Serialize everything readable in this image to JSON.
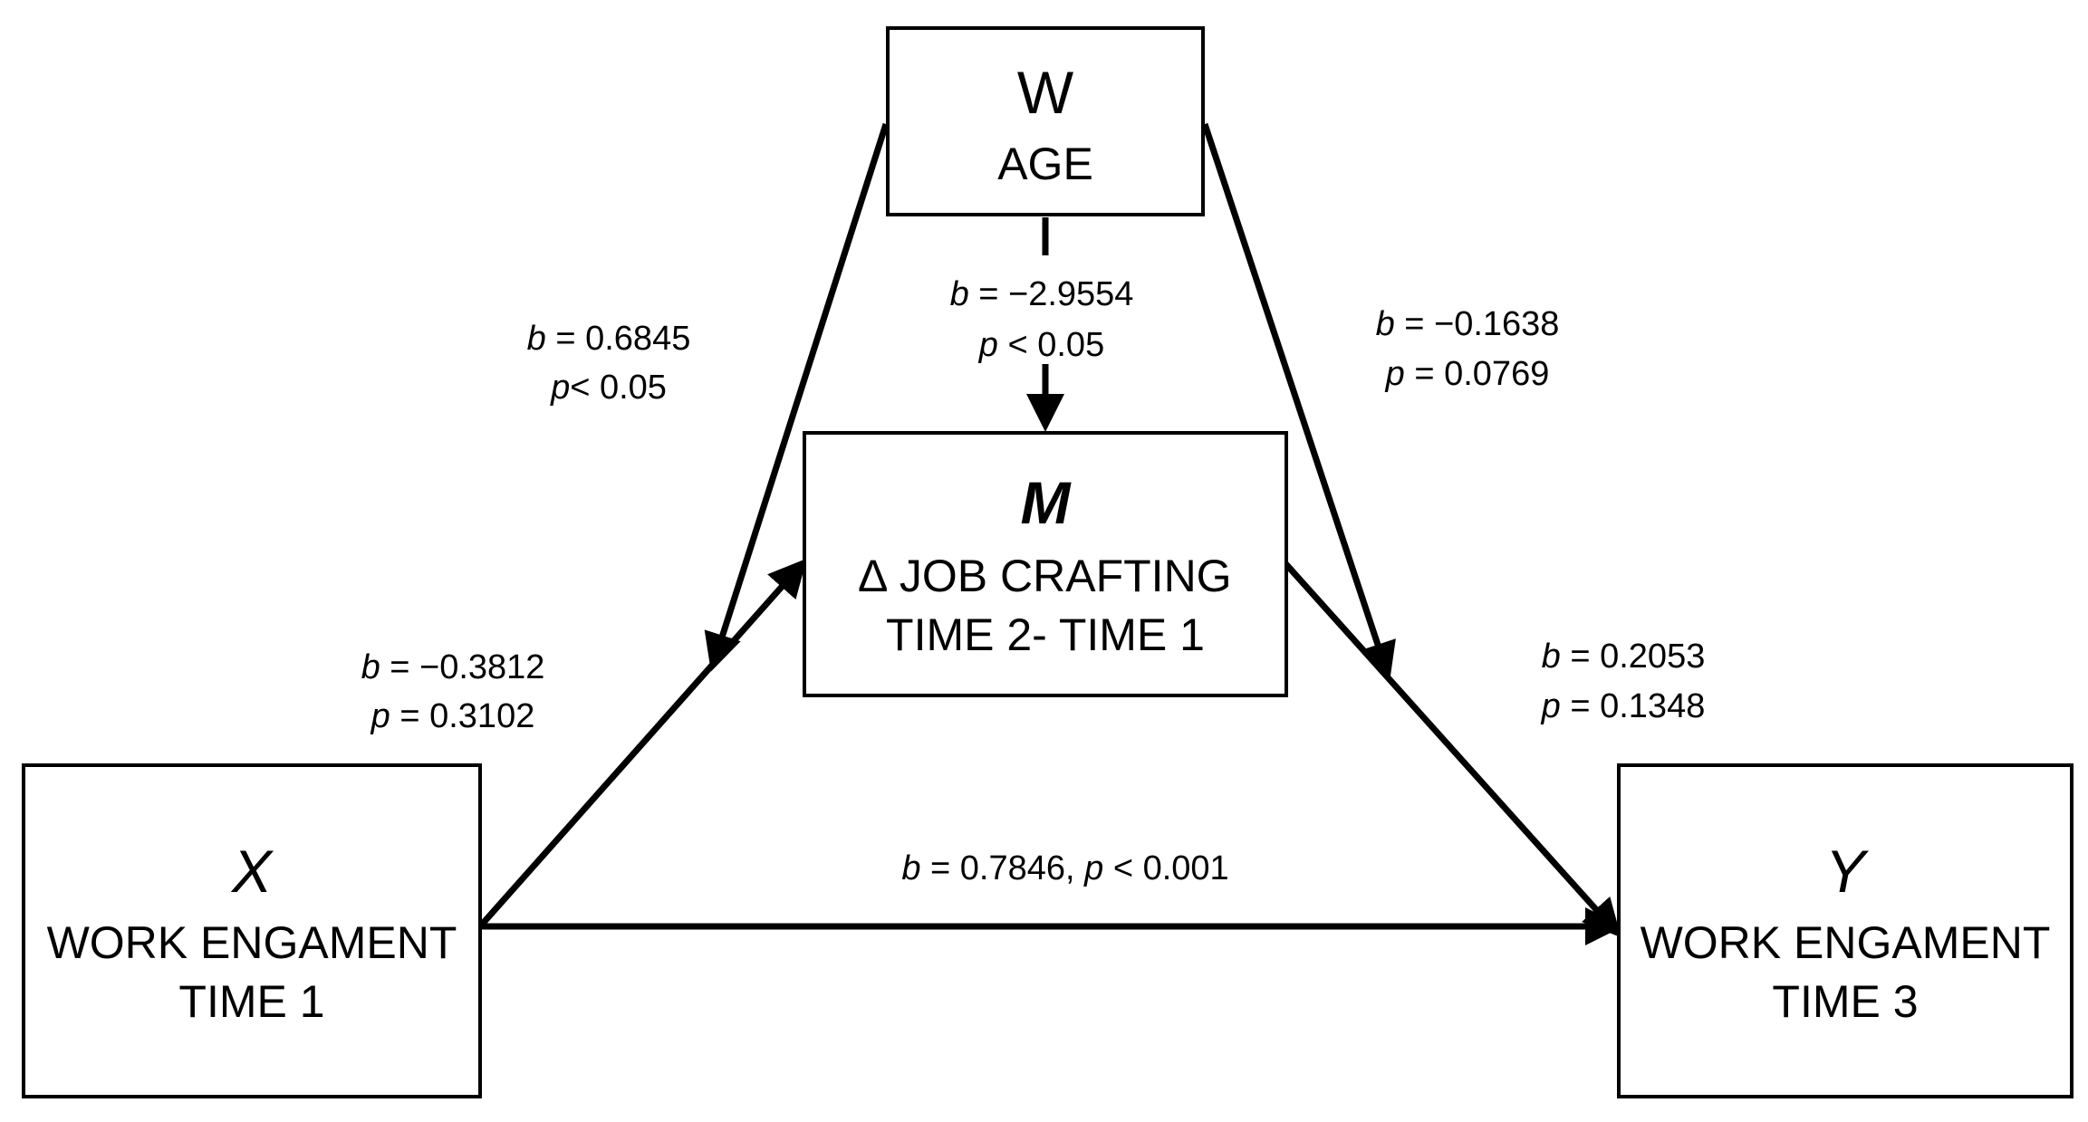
{
  "nodes": {
    "w": {
      "letter": "W",
      "line1": "AGE"
    },
    "m": {
      "letter": "M",
      "line1": "∆ JOB CRAFTING",
      "line2": "TIME 2- TIME 1"
    },
    "x": {
      "letter": "X",
      "line1": "WORK ENGAMENT",
      "line2": "TIME 1"
    },
    "y": {
      "letter": "Y",
      "line1": "WORK ENGAMENT",
      "line2": "TIME 3"
    }
  },
  "paths": {
    "w_to_m": {
      "b_label": "b",
      "b_rest": " = −2.9554",
      "p_label": "p",
      "p_rest": " < 0.05"
    },
    "w_to_a": {
      "b_label": "b",
      "b_rest": " = 0.6845",
      "p_label": "p",
      "p_rest": "< 0.05"
    },
    "w_to_b": {
      "b_label": "b",
      "b_rest": " = −0.1638",
      "p_label": "p",
      "p_rest": " = 0.0769"
    },
    "x_to_m": {
      "b_label": "b",
      "b_rest": " = −0.3812",
      "p_label": "p",
      "p_rest": " = 0.3102"
    },
    "m_to_y": {
      "b_label": "b",
      "b_rest": " = 0.2053",
      "p_label": "p",
      "p_rest": " = 0.1348"
    },
    "x_to_y": {
      "b_label": "b",
      "b_rest": " = 0.7846, ",
      "p_label": "p",
      "p_rest": " < 0.001"
    }
  },
  "colors": {
    "stroke": "#000000",
    "background": "#ffffff"
  }
}
